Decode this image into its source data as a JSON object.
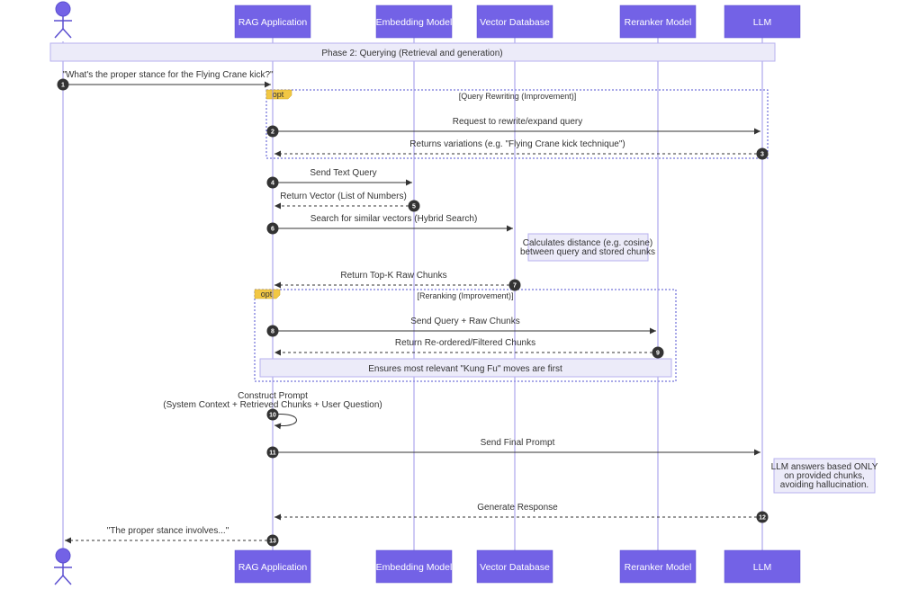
{
  "participants": [
    {
      "id": "user",
      "label": "",
      "kind": "actor"
    },
    {
      "id": "rag",
      "label": "RAG Application",
      "kind": "box"
    },
    {
      "id": "emb",
      "label": "Embedding Model",
      "kind": "box"
    },
    {
      "id": "vdb",
      "label": "Vector Database",
      "kind": "box"
    },
    {
      "id": "rerank",
      "label": "Reranker Model",
      "kind": "box"
    },
    {
      "id": "llm",
      "label": "LLM",
      "kind": "box"
    }
  ],
  "phase_note": "Phase 2: Querying (Retrieval and generation)",
  "opt_blocks": [
    {
      "tag": "opt",
      "title": "[Query Rewriting (Improvement)]"
    },
    {
      "tag": "opt",
      "title": "[Reranking (Improvement)]"
    }
  ],
  "messages": [
    {
      "num": "1",
      "text": "\"What's the proper stance for the Flying Crane kick?\"",
      "from": "user",
      "to": "rag",
      "dashed": false
    },
    {
      "num": "2",
      "text": "Request to rewrite/expand query",
      "from": "rag",
      "to": "llm",
      "dashed": false
    },
    {
      "num": "3",
      "text": "Returns variations (e.g. \"Flying Crane kick technique\")",
      "from": "llm",
      "to": "rag",
      "dashed": true
    },
    {
      "num": "4",
      "text": "Send Text Query",
      "from": "rag",
      "to": "emb",
      "dashed": false
    },
    {
      "num": "5",
      "text": "Return Vector (List of Numbers)",
      "from": "emb",
      "to": "rag",
      "dashed": true
    },
    {
      "num": "6",
      "text": "Search for similar vectors (Hybrid Search)",
      "from": "rag",
      "to": "vdb",
      "dashed": false
    },
    {
      "num": "7",
      "text": "Return Top-K Raw Chunks",
      "from": "vdb",
      "to": "rag",
      "dashed": true
    },
    {
      "num": "8",
      "text": "Send Query + Raw Chunks",
      "from": "rag",
      "to": "rerank",
      "dashed": false
    },
    {
      "num": "9",
      "text": "Return Re-ordered/Filtered Chunks",
      "from": "rerank",
      "to": "rag",
      "dashed": true
    },
    {
      "num": "10",
      "text_lines": [
        "Construct Prompt",
        "(System Context + Retrieved Chunks + User Question)"
      ],
      "from": "rag",
      "to": "rag",
      "dashed": false
    },
    {
      "num": "11",
      "text": "Send Final Prompt",
      "from": "rag",
      "to": "llm",
      "dashed": false
    },
    {
      "num": "12",
      "text": "Generate Response",
      "from": "llm",
      "to": "rag",
      "dashed": true
    },
    {
      "num": "13",
      "text": "\"The proper stance involves...\"",
      "from": "rag",
      "to": "user",
      "dashed": true
    }
  ],
  "notes": [
    {
      "id": "vdb-note",
      "lines": [
        "Calculates distance (e.g. cosine)",
        "between query and stored chunks"
      ]
    },
    {
      "id": "rerank-note",
      "lines": [
        "Ensures most relevant \"Kung Fu\" moves are first"
      ]
    },
    {
      "id": "llm-note",
      "lines": [
        "LLM answers based ONLY",
        "on provided chunks,",
        "avoiding hallucination."
      ]
    }
  ],
  "colors": {
    "participant_fill": "#7362e6",
    "participant_text": "#ffffff",
    "lifeline": "#9d96e8",
    "note_fill": "#ecebf9",
    "note_border": "#b7b2ef",
    "opt_tag": "#f2c744",
    "opt_border": "#5050d0",
    "badge": "#333333",
    "arrow": "#333333"
  }
}
